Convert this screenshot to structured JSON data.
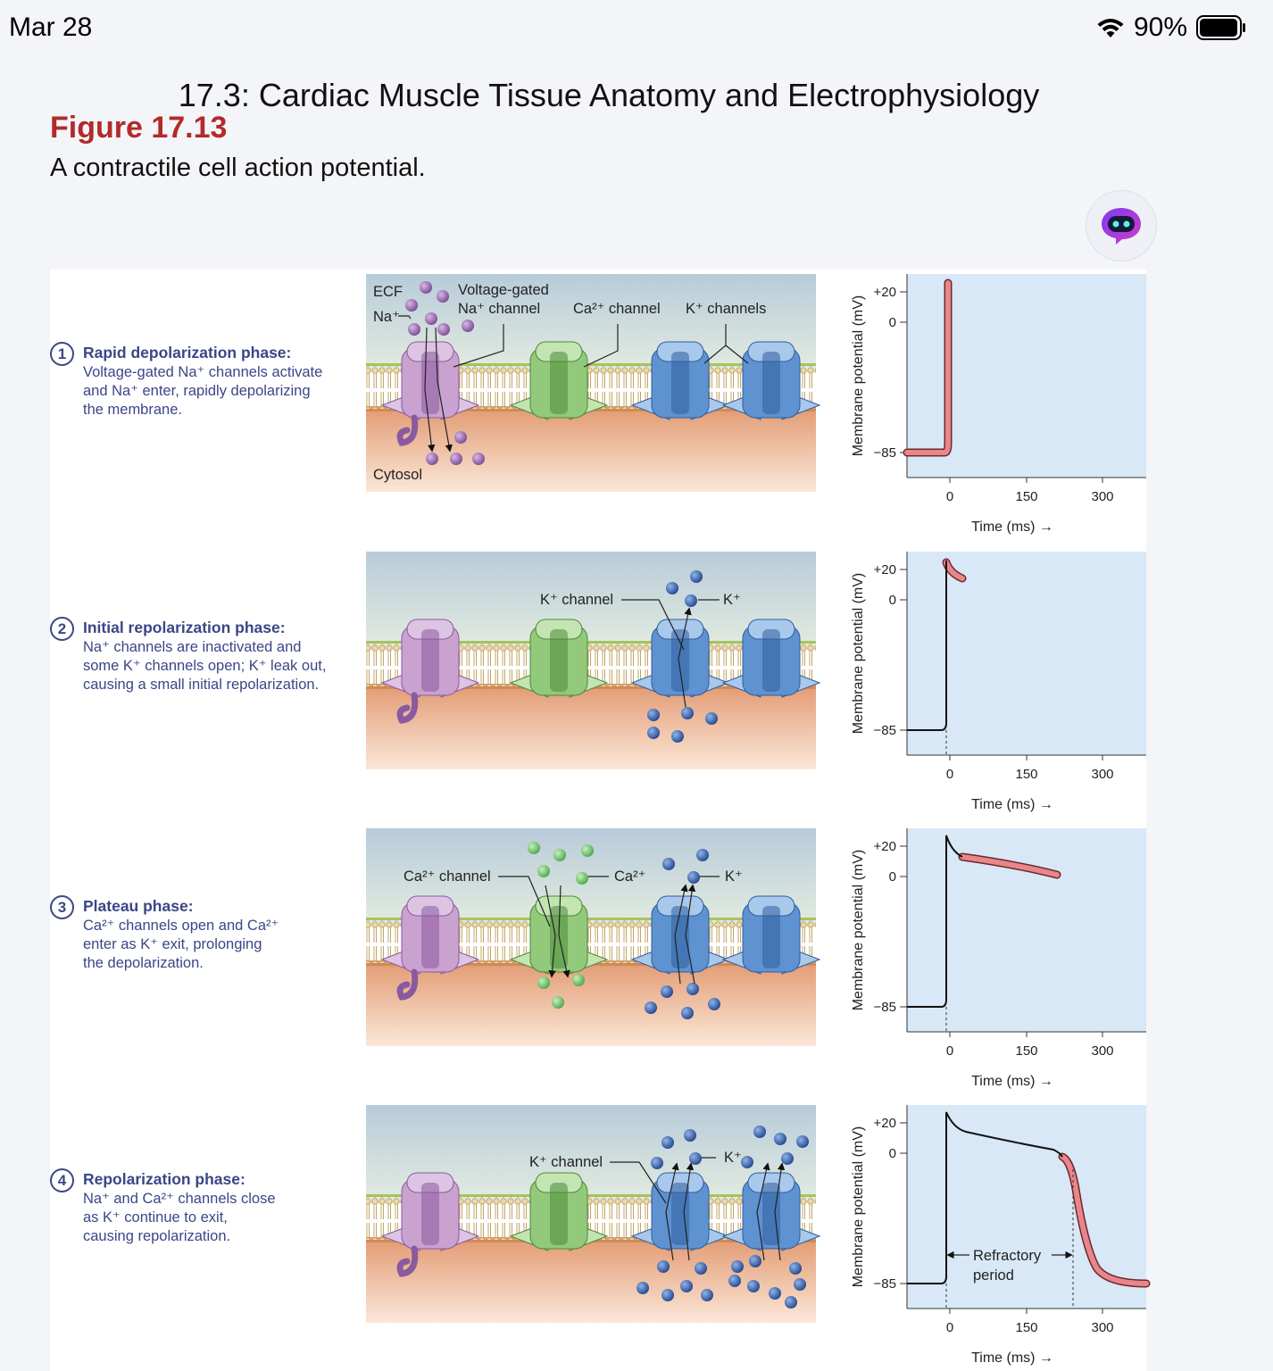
{
  "status_bar": {
    "time": "Mar 28",
    "battery": "90%"
  },
  "nav": {
    "title": "17.3: Cardiac Muscle Tissue Anatomy and Electrophysiology"
  },
  "figure_label": "Figure 17.13",
  "caption": "A contractile cell action potential.",
  "phases": [
    {
      "num": "1",
      "title": "Rapid depolarization phase:",
      "lines": [
        "Voltage-gated Na⁺ channels activate",
        "and Na⁺ enter, rapidly depolarizing",
        "the membrane."
      ]
    },
    {
      "num": "2",
      "title": "Initial repolarization phase:",
      "lines": [
        "Na⁺ channels are inactivated and",
        "some K⁺ channels open; K⁺ leak out,",
        "causing a small initial repolarization."
      ]
    },
    {
      "num": "3",
      "title": "Plateau phase:",
      "lines": [
        "Ca²⁺ channels open and Ca²⁺",
        "enter as K⁺ exit, prolonging",
        "the depolarization."
      ]
    },
    {
      "num": "4",
      "title": "Repolarization phase:",
      "lines": [
        "Na⁺ and Ca²⁺ channels close",
        "as K⁺ continue to exit,",
        "causing repolarization."
      ]
    }
  ],
  "diagram_labels": {
    "ecf": "ECF",
    "na": "Na⁺",
    "voltage_gated_1": "Voltage-gated",
    "voltage_gated_2": "Na⁺ channel",
    "ca_channel": "Ca²⁺ channel",
    "k_channels": "K⁺ channels",
    "cytosol": "Cytosol",
    "k_channel": "K⁺ channel",
    "k_ion": "K⁺",
    "ca_ion": "Ca²⁺"
  },
  "graph": {
    "ylabel": "Membrane potential (mV)",
    "xlabel": "Time (ms) →",
    "yticks": [
      "+20",
      "0",
      "−85"
    ],
    "xticks": [
      "0",
      "150",
      "300"
    ],
    "refractory_1": "Refractory",
    "refractory_2": "period"
  },
  "colors": {
    "graph_bg": "#d8e8f7",
    "highlight": "#e8868c",
    "text_blue": "#3b4687",
    "na_channel": "#c9a2cf",
    "ca_channel": "#93c97a",
    "k_channel": "#5e92d0",
    "na_ion": "#8a5aa0",
    "ca_ion": "#6cc36c",
    "k_ion": "#3361a8"
  }
}
